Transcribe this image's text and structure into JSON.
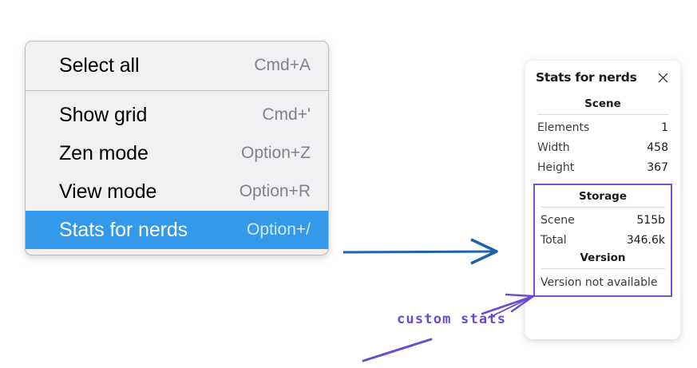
{
  "context_menu": {
    "sections": [
      {
        "items": [
          {
            "label": "Select all",
            "shortcut": "Cmd+A",
            "selected": false
          }
        ]
      },
      {
        "items": [
          {
            "label": "Show grid",
            "shortcut": "Cmd+'",
            "selected": false
          },
          {
            "label": "Zen mode",
            "shortcut": "Option+Z",
            "selected": false
          },
          {
            "label": "View mode",
            "shortcut": "Option+R",
            "selected": false
          },
          {
            "label": "Stats for nerds",
            "shortcut": "Option+/",
            "selected": true
          }
        ]
      }
    ],
    "highlight_color": "#3498eb"
  },
  "stats_panel": {
    "title": "Stats for nerds",
    "close_icon": "close-icon",
    "scene": {
      "heading": "Scene",
      "rows": [
        {
          "label": "Elements",
          "value": "1"
        },
        {
          "label": "Width",
          "value": "458"
        },
        {
          "label": "Height",
          "value": "367"
        }
      ]
    },
    "storage": {
      "heading": "Storage",
      "rows": [
        {
          "label": "Scene",
          "value": "515b"
        },
        {
          "label": "Total",
          "value": "346.6k"
        }
      ]
    },
    "version": {
      "heading": "Version",
      "text": "Version not available"
    },
    "highlight_color": "#7a52d6"
  },
  "annotations": {
    "arrow_menu_to_panel_color": "#1f62a8",
    "custom_stats_label": "custom stats",
    "custom_stats_color": "#6c4ad0"
  }
}
